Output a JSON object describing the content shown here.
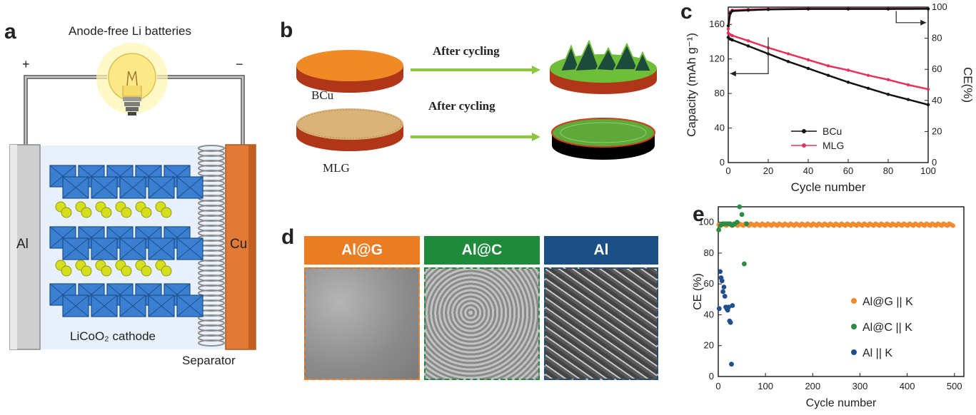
{
  "panels": {
    "a": {
      "letter": "a",
      "title": "Anode-free Li batteries",
      "plus": "+",
      "minus": "−",
      "left_electrode": "Al",
      "right_electrode": "Cu",
      "cathode_label": "LiCoO₂ cathode",
      "separator_label": "Separator"
    },
    "b": {
      "letter": "b",
      "top_label": "BCu",
      "bottom_label": "MLG",
      "arrow_text_top": "After cycling",
      "arrow_text_bottom": "After cycling",
      "colors": {
        "bcu_top": "#f08a24",
        "disk_side": "#c8401a",
        "dendrite": "#6fbe3a",
        "mlg_top": "#d9b37a",
        "arrow": "#8dc63f"
      }
    },
    "d": {
      "letter": "d",
      "labels": [
        "Al@G",
        "Al@C",
        "Al"
      ],
      "colors": [
        "#ea7d24",
        "#1f8a3c",
        "#1c4f86"
      ]
    }
  },
  "chart_data": [
    {
      "id": "c",
      "letter": "c",
      "type": "line",
      "xlabel": "Cycle number",
      "ylabel": "Capacity (mAh g⁻¹)",
      "y2label": "CE(%)",
      "xlim": [
        0,
        100
      ],
      "ylim": [
        0,
        180
      ],
      "y2lim": [
        0,
        100
      ],
      "xticks": [
        0,
        20,
        40,
        60,
        80,
        100
      ],
      "yticks": [
        0,
        40,
        80,
        120,
        160
      ],
      "y2ticks": [
        0,
        20,
        40,
        60,
        80,
        100
      ],
      "series": [
        {
          "name": "BCu",
          "axis": "left",
          "color": "#111111",
          "x": [
            0,
            1,
            2,
            10,
            20,
            30,
            40,
            50,
            60,
            70,
            80,
            90,
            100
          ],
          "values": [
            145,
            143,
            142,
            135,
            126,
            117,
            109,
            101,
            93,
            86,
            79,
            73,
            67
          ]
        },
        {
          "name": "MLG",
          "axis": "left",
          "color": "#e8315a",
          "x": [
            0,
            1,
            2,
            10,
            20,
            30,
            40,
            50,
            60,
            70,
            80,
            90,
            100
          ],
          "values": [
            150,
            148,
            147,
            141,
            133,
            126,
            119,
            112,
            107,
            101,
            96,
            90,
            85
          ]
        },
        {
          "axis": "right",
          "color": "#e8315a",
          "x": [
            0,
            1,
            2,
            10,
            20,
            40,
            60,
            80,
            100
          ],
          "values": [
            86,
            97,
            98,
            98.5,
            98.8,
            99,
            99,
            99,
            99
          ]
        },
        {
          "axis": "right",
          "color": "#111111",
          "x": [
            0,
            1,
            2,
            10,
            20,
            40,
            60,
            80,
            100
          ],
          "values": [
            88,
            96,
            97.5,
            98,
            98.5,
            98.8,
            98.8,
            98.8,
            98.9
          ]
        }
      ],
      "legend": "bottom-left"
    },
    {
      "id": "e",
      "letter": "e",
      "type": "scatter",
      "xlabel": "Cycle number",
      "ylabel": "CE (%)",
      "xlim": [
        0,
        520
      ],
      "ylim": [
        0,
        110
      ],
      "xticks": [
        0,
        100,
        200,
        300,
        400,
        500
      ],
      "yticks": [
        0,
        20,
        40,
        60,
        80,
        100
      ],
      "series": [
        {
          "name": "Al@G || K",
          "color": "#ef8a2e",
          "x_range": [
            1,
            500
          ],
          "values": [
            96,
            99
          ]
        },
        {
          "name": "Al@C || K",
          "color": "#2a8c45",
          "x": [
            1,
            5,
            10,
            15,
            20,
            25,
            30,
            35,
            40,
            45,
            50,
            55,
            60
          ],
          "values": [
            95,
            98,
            99,
            99,
            99,
            99,
            98,
            99,
            100,
            110,
            105,
            73,
            99
          ]
        },
        {
          "name": "Al || K",
          "color": "#1f4f8c",
          "x": [
            2,
            4,
            6,
            8,
            10,
            12,
            14,
            16,
            18,
            20,
            22,
            24,
            26,
            28,
            30
          ],
          "values": [
            44,
            68,
            64,
            62,
            55,
            58,
            52,
            45,
            44,
            43,
            45,
            36,
            35,
            8,
            46
          ]
        }
      ],
      "legend": "right"
    }
  ]
}
